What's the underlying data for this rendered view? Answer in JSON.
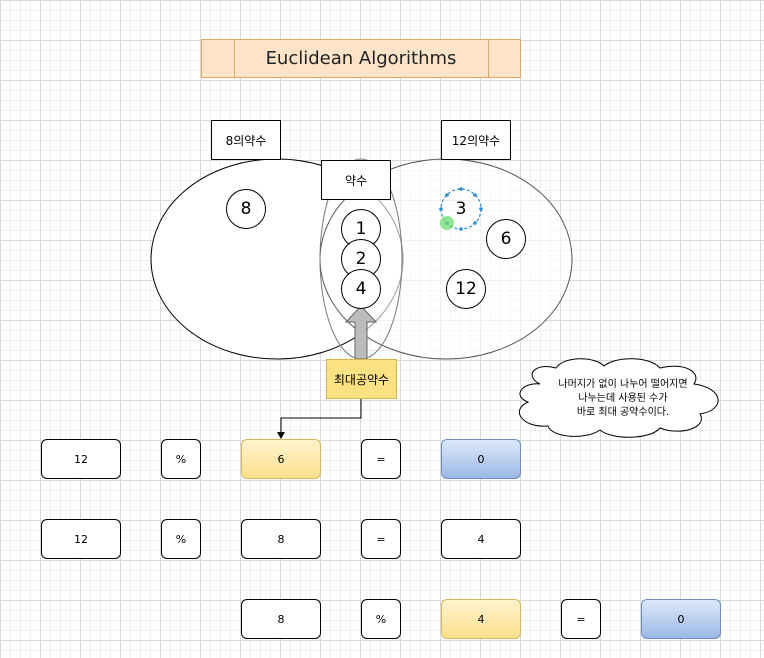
{
  "title": "Euclidean Algorithms",
  "venn": {
    "left_label": "8의약수",
    "right_label": "12의약수",
    "common_label": "약수",
    "left_only": [
      "8"
    ],
    "common": [
      "1",
      "2",
      "4"
    ],
    "right_only": [
      "3",
      "6",
      "12"
    ]
  },
  "gcd_label": "최대공약수",
  "note": "나머지가  없이 나누어 떨어지면\n나누는데 사용된 수가\n바로 최대 공약수이다.",
  "rows": [
    {
      "a": "12",
      "op": "%",
      "b": "6",
      "eq": "=",
      "result": "0"
    },
    {
      "a": "12",
      "op": "%",
      "b": "8",
      "eq": "=",
      "result": "4"
    },
    {
      "a": "8",
      "op": "%",
      "b": "4",
      "eq": "=",
      "result": "0"
    }
  ],
  "colors": {
    "title_fill": "#fde3c8",
    "gcd_fill": "#fce283",
    "highlight_yellow": "#fbe08f",
    "highlight_blue": "#9cb8e4"
  }
}
